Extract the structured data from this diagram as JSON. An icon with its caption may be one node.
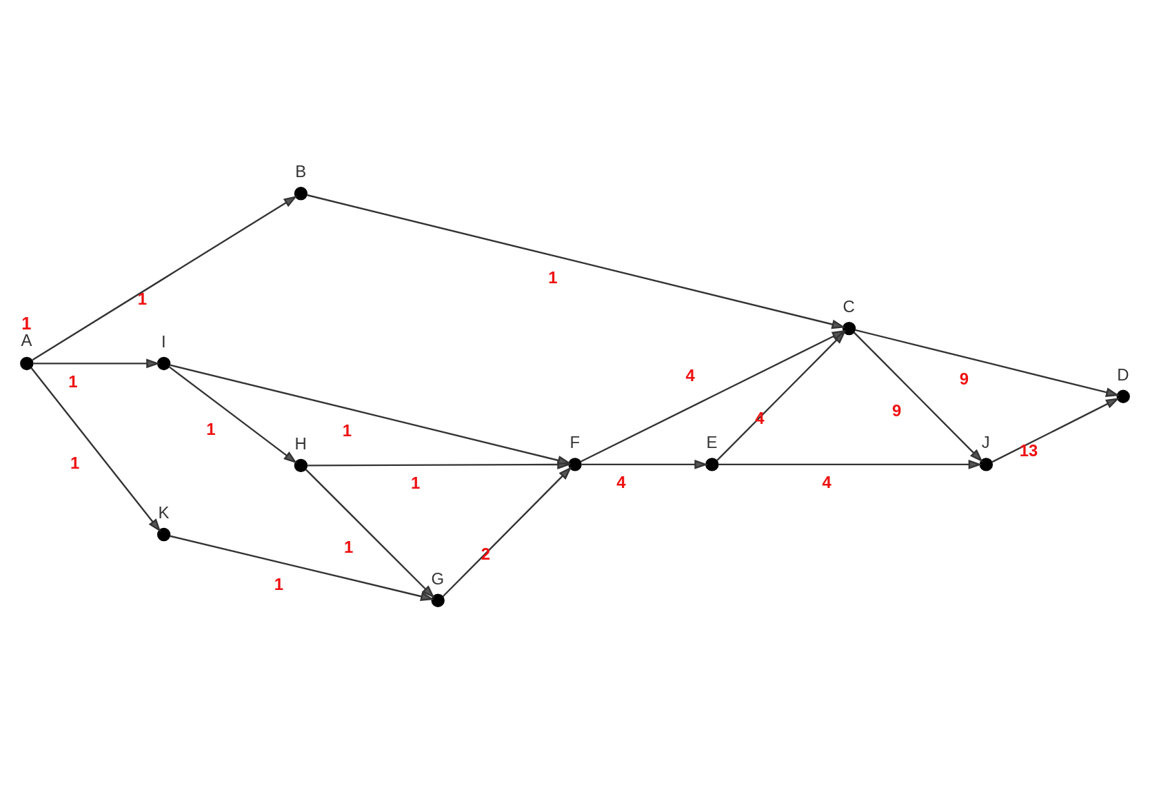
{
  "diagram": {
    "nodes": [
      {
        "text": [],
        "shape": "circle",
        "beside": [
          "A",
          "1"
        ]
      },
      {
        "text": [],
        "shape": "circle",
        "beside": [
          "B"
        ]
      },
      {
        "text": [],
        "shape": "circle",
        "beside": [
          "C"
        ]
      },
      {
        "text": [],
        "shape": "circle",
        "beside": [
          "D"
        ]
      },
      {
        "text": [],
        "shape": "circle",
        "beside": [
          "E"
        ]
      },
      {
        "text": [],
        "shape": "circle",
        "beside": [
          "F"
        ]
      },
      {
        "text": [],
        "shape": "circle",
        "beside": [
          "G"
        ]
      },
      {
        "text": [],
        "shape": "circle",
        "beside": [
          "H"
        ]
      },
      {
        "text": [],
        "shape": "circle",
        "beside": [
          "I"
        ]
      },
      {
        "text": [],
        "shape": "circle",
        "beside": [
          "J"
        ]
      },
      {
        "text": [],
        "shape": "circle",
        "beside": [
          "K"
        ]
      }
    ],
    "edges": [
      {
        "from": 0,
        "to": 1,
        "arrow": "to",
        "label": "1"
      },
      {
        "from": 0,
        "to": 8,
        "arrow": "to",
        "label": "1"
      },
      {
        "from": 0,
        "to": 10,
        "arrow": "to",
        "label": "1"
      },
      {
        "from": 1,
        "to": 2,
        "arrow": "to",
        "label": "1"
      },
      {
        "from": 2,
        "to": 3,
        "arrow": "to",
        "label": "9"
      },
      {
        "from": 2,
        "to": 9,
        "arrow": "to",
        "label": "9"
      },
      {
        "from": 4,
        "to": 2,
        "arrow": "to",
        "label": "4"
      },
      {
        "from": 4,
        "to": 9,
        "arrow": "to",
        "label": "4"
      },
      {
        "from": 5,
        "to": 2,
        "arrow": "to",
        "label": "4"
      },
      {
        "from": 5,
        "to": 4,
        "arrow": "to",
        "label": "4"
      },
      {
        "from": 6,
        "to": 5,
        "arrow": "to",
        "label": "2"
      },
      {
        "from": 7,
        "to": 5,
        "arrow": "to",
        "label": "1"
      },
      {
        "from": 7,
        "to": 6,
        "arrow": "to",
        "label": "1"
      },
      {
        "from": 8,
        "to": 5,
        "arrow": "to",
        "label": "1"
      },
      {
        "from": 8,
        "to": 7,
        "arrow": "to",
        "label": "1"
      },
      {
        "from": 9,
        "to": 3,
        "arrow": "to",
        "label": "13"
      },
      {
        "from": 10,
        "to": 6,
        "arrow": "to",
        "label": "1"
      }
    ]
  }
}
